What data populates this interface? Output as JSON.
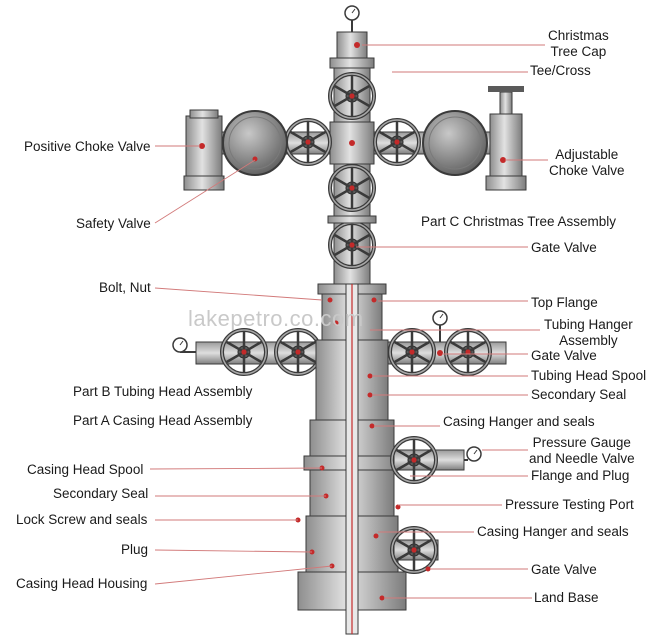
{
  "watermark": "lakepetro.co.com",
  "labels": {
    "christmas_tree_cap": [
      "Christmas",
      "Tree Cap"
    ],
    "tee_cross": "Tee/Cross",
    "positive_choke_valve": "Positive Choke Valve",
    "adjustable_choke_valve": [
      "Adjustable",
      "Choke Valve"
    ],
    "safety_valve": "Safety Valve",
    "part_c": "Part C Christmas Tree Assembly",
    "gate_valve_1": "Gate Valve",
    "bolt_nut": "Bolt, Nut",
    "top_flange": "Top Flange",
    "tubing_hanger_assembly": [
      "Tubing Hanger",
      "Assembly"
    ],
    "gate_valve_2": "Gate Valve",
    "part_b": "Part B Tubing Head Assembly",
    "tubing_head_spool": "Tubing Head Spool",
    "secondary_seal_1": "Secondary Seal",
    "part_a": "Part A Casing Head Assembly",
    "casing_hanger_seals_1": "Casing Hanger and seals",
    "pressure_gauge_needle_valve": [
      "Pressure Gauge",
      "and Needle Valve"
    ],
    "casing_head_spool": "Casing Head Spool",
    "flange_and_plug": "Flange and Plug",
    "secondary_seal_2": "Secondary Seal",
    "pressure_testing_port": "Pressure Testing Port",
    "lock_screw_seals": "Lock Screw and seals",
    "casing_hanger_seals_2": "Casing Hanger and seals",
    "plug": "Plug",
    "gate_valve_3": "Gate Valve",
    "casing_head_housing": "Casing Head Housing",
    "land_base": "Land Base"
  },
  "colors": {
    "metal_light": "#d6d6d6",
    "metal_mid": "#a8a8a8",
    "metal_dark": "#5a5a5a",
    "outline": "#3a3a3a",
    "leader_line": "#d27a7a",
    "marker": "#c42a2a"
  }
}
